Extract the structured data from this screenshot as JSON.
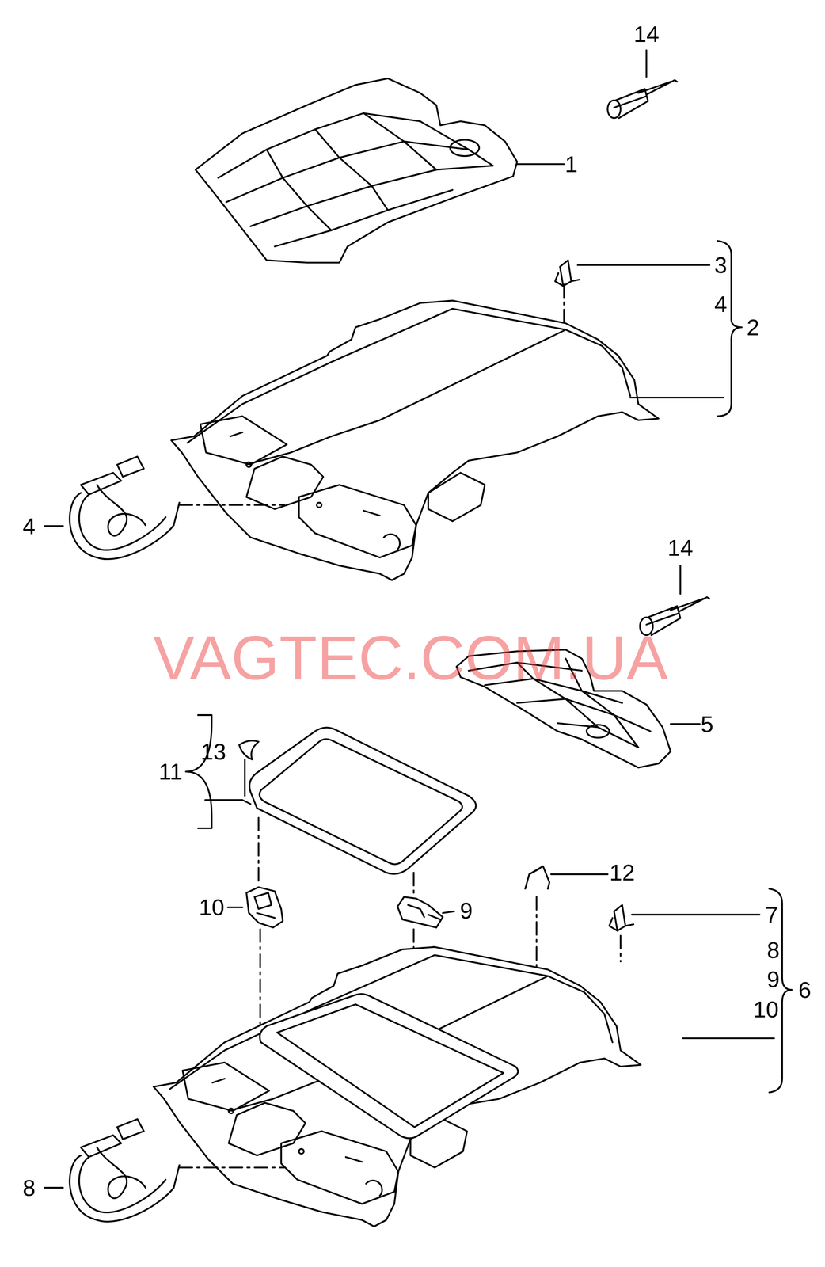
{
  "diagram": {
    "labels": [
      "14",
      "1",
      "3",
      "4",
      "2",
      "4",
      "14",
      "VAGTEC.COM.UA",
      "5",
      "13",
      "11",
      "10",
      "9",
      "12",
      "7",
      "8",
      "9",
      "10",
      "6",
      "8"
    ]
  }
}
